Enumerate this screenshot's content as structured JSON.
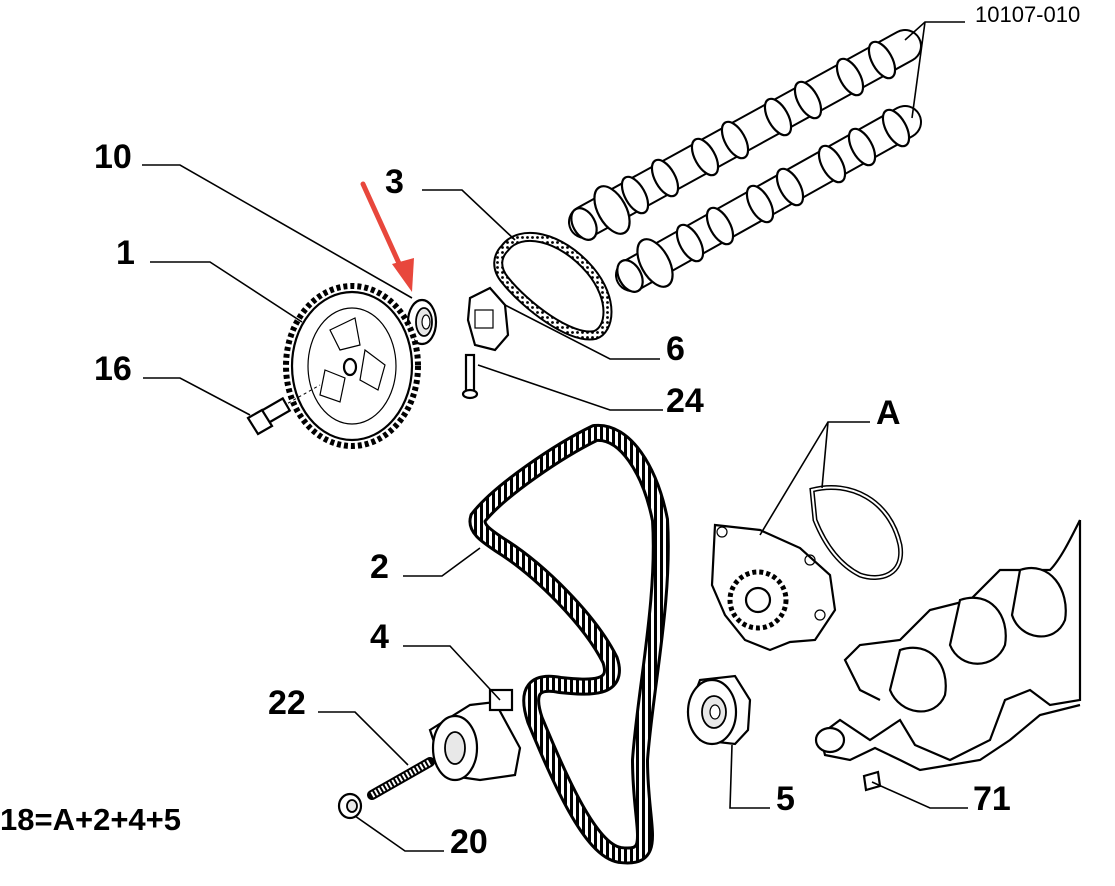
{
  "diagram": {
    "reference_code": "10107-010",
    "formula": "18=A+2+4+5",
    "highlight_color": "#e8473c",
    "callouts": [
      {
        "id": "10",
        "label": "10"
      },
      {
        "id": "3",
        "label": "3"
      },
      {
        "id": "1",
        "label": "1"
      },
      {
        "id": "16",
        "label": "16"
      },
      {
        "id": "6",
        "label": "6"
      },
      {
        "id": "24",
        "label": "24"
      },
      {
        "id": "A",
        "label": "A"
      },
      {
        "id": "2",
        "label": "2"
      },
      {
        "id": "4",
        "label": "4"
      },
      {
        "id": "22",
        "label": "22"
      },
      {
        "id": "5",
        "label": "5"
      },
      {
        "id": "71",
        "label": "71"
      },
      {
        "id": "20",
        "label": "20"
      }
    ]
  }
}
